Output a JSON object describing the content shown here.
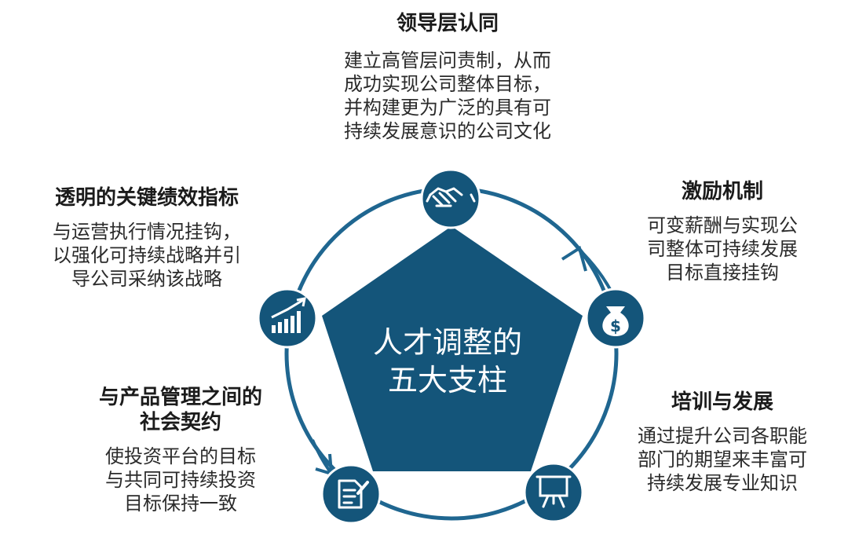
{
  "colors": {
    "primary": "#14557a",
    "ring": "#1f6690",
    "text": "#222222",
    "white": "#ffffff"
  },
  "center": {
    "lines": [
      "人才调整的",
      "五大支柱"
    ]
  },
  "pillars": [
    {
      "id": "leadership",
      "icon": "handshake-icon",
      "title": [
        "领导层认同"
      ],
      "desc": [
        "建立高管层问责制，从而",
        "成功实现公司整体目标，",
        "并构建更为广泛的具有可",
        "持续发展意识的公司文化"
      ]
    },
    {
      "id": "incentive",
      "icon": "money-bag-icon",
      "title": [
        "激励机制"
      ],
      "desc": [
        "可变薪酬与实现公",
        "司整体可持续发展",
        "目标直接挂钩"
      ]
    },
    {
      "id": "training",
      "icon": "presentation-board-icon",
      "title": [
        "培训与发展"
      ],
      "desc": [
        "通过提升公司各职能",
        "部门的期望来丰富可",
        "持续发展专业知识"
      ]
    },
    {
      "id": "contract",
      "icon": "document-pen-icon",
      "title": [
        "与产品管理之间的",
        "社会契约"
      ],
      "desc": [
        "使投资平台的目标",
        "与共同可持续投资",
        "目标保持一致"
      ]
    },
    {
      "id": "kpi",
      "icon": "growth-chart-icon",
      "title": [
        "透明的关键绩效指标"
      ],
      "desc": [
        "与运营执行情况挂钩，",
        "以强化可持续战略并引",
        "导公司采纳该战略"
      ]
    }
  ]
}
